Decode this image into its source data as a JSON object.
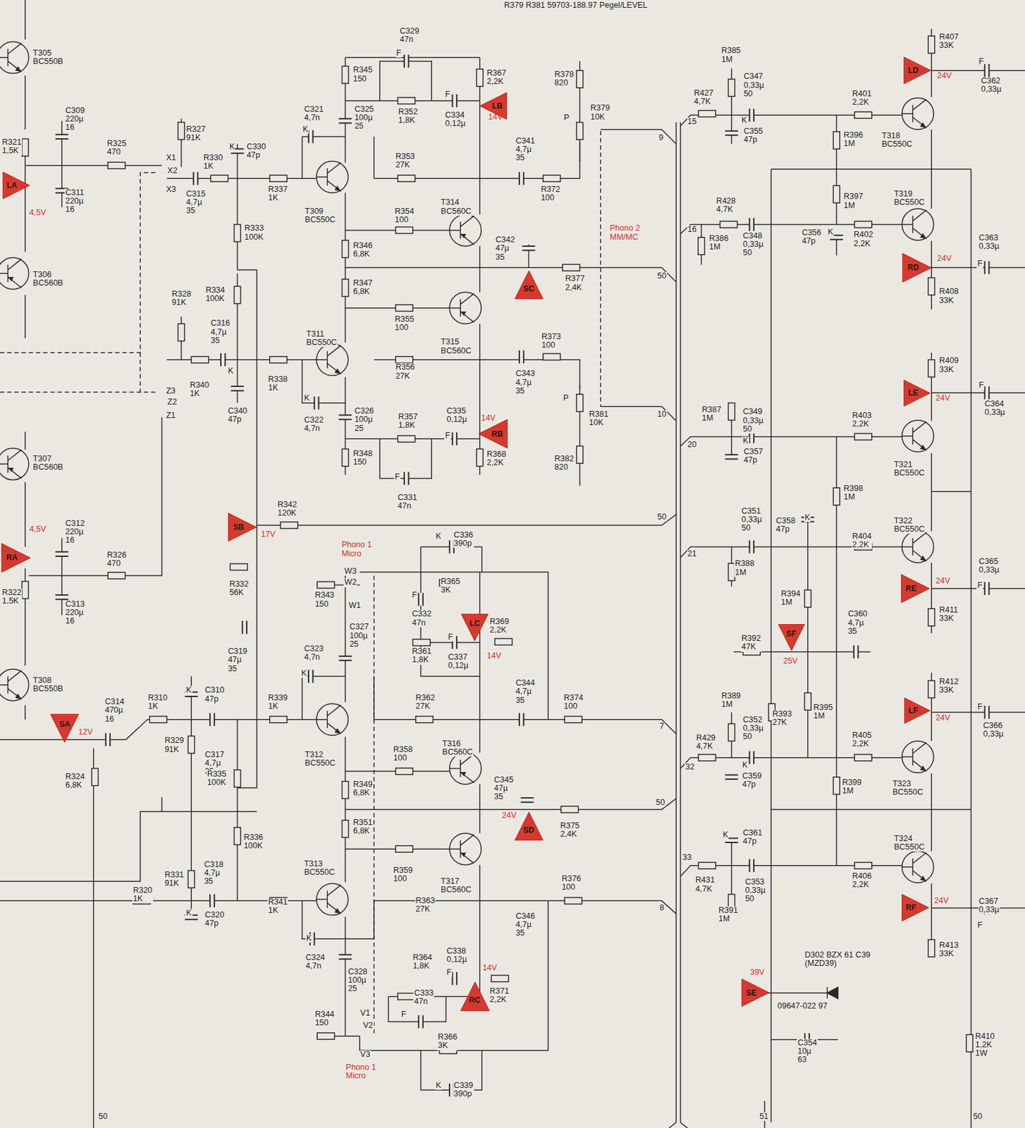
{
  "diagram": {
    "nodes": [
      {
        "text": [
          "LA"
        ]
      },
      {
        "text": [
          "LB"
        ]
      },
      {
        "text": [
          "SC"
        ]
      },
      {
        "text": [
          "RB"
        ]
      },
      {
        "text": [
          "SB"
        ]
      },
      {
        "text": [
          "RA"
        ]
      },
      {
        "text": [
          "LC"
        ]
      },
      {
        "text": [
          "SD"
        ]
      },
      {
        "text": [
          "SA"
        ]
      },
      {
        "text": [
          "RC"
        ]
      },
      {
        "text": [
          "LD"
        ]
      },
      {
        "text": [
          "RD"
        ]
      },
      {
        "text": [
          "LE"
        ]
      },
      {
        "text": [
          "RE"
        ]
      },
      {
        "text": [
          "SF"
        ]
      },
      {
        "text": [
          "LF"
        ]
      },
      {
        "text": [
          "RF"
        ]
      },
      {
        "text": [
          "SE"
        ]
      }
    ],
    "labels": [
      "R379 R381 59703-188.97 Pegel/LEVEL",
      "T305 BC550B",
      "C309 220µ 16",
      "R321 1,5K",
      "4,5V",
      "C311 220µ 16",
      "R325 470",
      "R327 91K",
      "X1",
      "X2",
      "X3",
      "R330 1K",
      "K",
      "C330 47p",
      "C315 4,7µ 35",
      "R337 1K",
      "C321 4,7n",
      "K",
      "R345 150",
      "C329 47n",
      "F",
      "C325 100µ 25",
      "R352 1,8K",
      "F",
      "C334 0,12µ",
      "R367 2,2K",
      "14V",
      "R353 27K",
      "T309 BC550C",
      "R333 100K",
      "T314 BC560C",
      "R354 100",
      "R346 6,8K",
      "C341 4,7µ 35",
      "R372 100",
      "R378 820",
      "P",
      "R379 10K",
      "Phono 2 MM/MC",
      "9",
      "C342 47µ 35",
      "R377 2,4K",
      "50",
      "T306 BC560B",
      "R328 91K",
      "R334 100K",
      "R347 6,8K",
      "R355 100",
      "T315 BC560C",
      "C316 4,7µ 35",
      "T311 BC550C",
      "R373 100",
      "R340 1K",
      "K",
      "R338 1K",
      "C340 47p",
      "R356 27K",
      "C343 4,7µ 35",
      "K",
      "C322 4,7n",
      "C326 100µ 25",
      "R357 1,8K",
      "C335 0,12µ",
      "F",
      "14V",
      "P",
      "R381 10K",
      "R382 820",
      "10",
      "Z3",
      "Z2",
      "Z1",
      "R348 150",
      "R368 2,2K",
      "F",
      "C331 47n",
      "T307 BC560B",
      "4,5V",
      "C312 220µ 16",
      "R342 120K",
      "17V",
      "50",
      "R326 470",
      "R322 1,5K",
      "C313 220µ 16",
      "R332 56K",
      "C319 47µ 35",
      "Phono 1 Micro",
      "W3",
      "W2",
      "W1",
      "R343 150",
      "K",
      "C336 390p",
      "R365 3K",
      "F",
      "C332 47n",
      "R369 2,2K",
      "14V",
      "R361 1,8K",
      "F",
      "C337 0,12µ",
      "C327 100µ 25",
      "C323 4,7n",
      "K",
      "C344 4,7µ 35",
      "R362 27K",
      "R374 100",
      "7",
      "T308 BC550B",
      "C314 470µ 16",
      "12V",
      "R310 1K",
      "K",
      "C310 47p",
      "R339 1K",
      "T312 BC550C",
      "R324 6,8K",
      "C317 4,7µ 35",
      "R329 91K",
      "R335 100K",
      "T316 BC560C",
      "R358 100",
      "R349 6,8K",
      "C345 47µ 35",
      "24V",
      "R375 2,4K",
      "50",
      "R336 100K",
      "R351 6,8K",
      "R359 100",
      "T317 BC560C",
      "C318 4,7µ 35",
      "R331 91K",
      "R320 1K",
      "K",
      "C320 47p",
      "R341 1K",
      "T313 BC550C",
      "R363 27K",
      "C346 4,7µ 35",
      "R376 100",
      "8",
      "K",
      "C324 4,7n",
      "C328 100µ 25",
      "R364 1,8K",
      "F",
      "C338 0,12µ",
      "14V",
      "R371 2,2K",
      "C333 47n",
      "F",
      "R344 150",
      "V1",
      "V2",
      "V3",
      "Phono 1 Micro",
      "R366 3K",
      "K",
      "C339 390p",
      "50",
      "R385 1M",
      "C347 0,33µ 50",
      "R427 4,7K",
      "15",
      "K",
      "C355 47p",
      "R401 2,2K",
      "R396 1M",
      "T318 BC550C",
      "R407 33K",
      "24V",
      "F",
      "C362 0,33µ",
      "R397 1M",
      "T319 BC550C",
      "R428 4,7K",
      "16",
      "R386 1M",
      "C348 0,33µ 50",
      "K",
      "C356 47p",
      "R402 2,2K",
      "24V",
      "C363 0,33µ",
      "F",
      "R408 33K",
      "R409 33K",
      "F",
      "C364 0,33µ",
      "24V",
      "R387 1M",
      "C349 0,33µ 50",
      "20",
      "K",
      "C357 47p",
      "R403 2,2K",
      "T321 BC550C",
      "R398 1M",
      "C351 0,33µ 50",
      "K",
      "C358 47p",
      "21",
      "R388 1M",
      "R404 2,2K",
      "T322 BC550C",
      "C365 0,33µ",
      "24V",
      "F",
      "R411 33K",
      "R394 1M",
      "C360 4,7µ 35",
      "R392 47K",
      "25V",
      "R412 33K",
      "F",
      "C366 0,33µ",
      "24V",
      "R389 1M",
      "R393 27K",
      "R395 1M",
      "C352 0,33µ 50",
      "R405 2,2K",
      "T323 BC550C",
      "R429 4,7K",
      "32",
      "K",
      "C359 47p",
      "R399 1M",
      "K",
      "C361 47p",
      "T324 BC550C",
      "33",
      "R431 4,7K",
      "C353 0,33µ 50",
      "R406 2,2K",
      "R391 1M",
      "C367 0,33µ",
      "24V",
      "F",
      "R413 33K",
      "39V",
      "D302 BZX 61 C39 (MZD39)",
      "09647-022 97",
      "C354 10µ 63",
      "R410 1,2K 1W",
      "51",
      "50"
    ]
  }
}
